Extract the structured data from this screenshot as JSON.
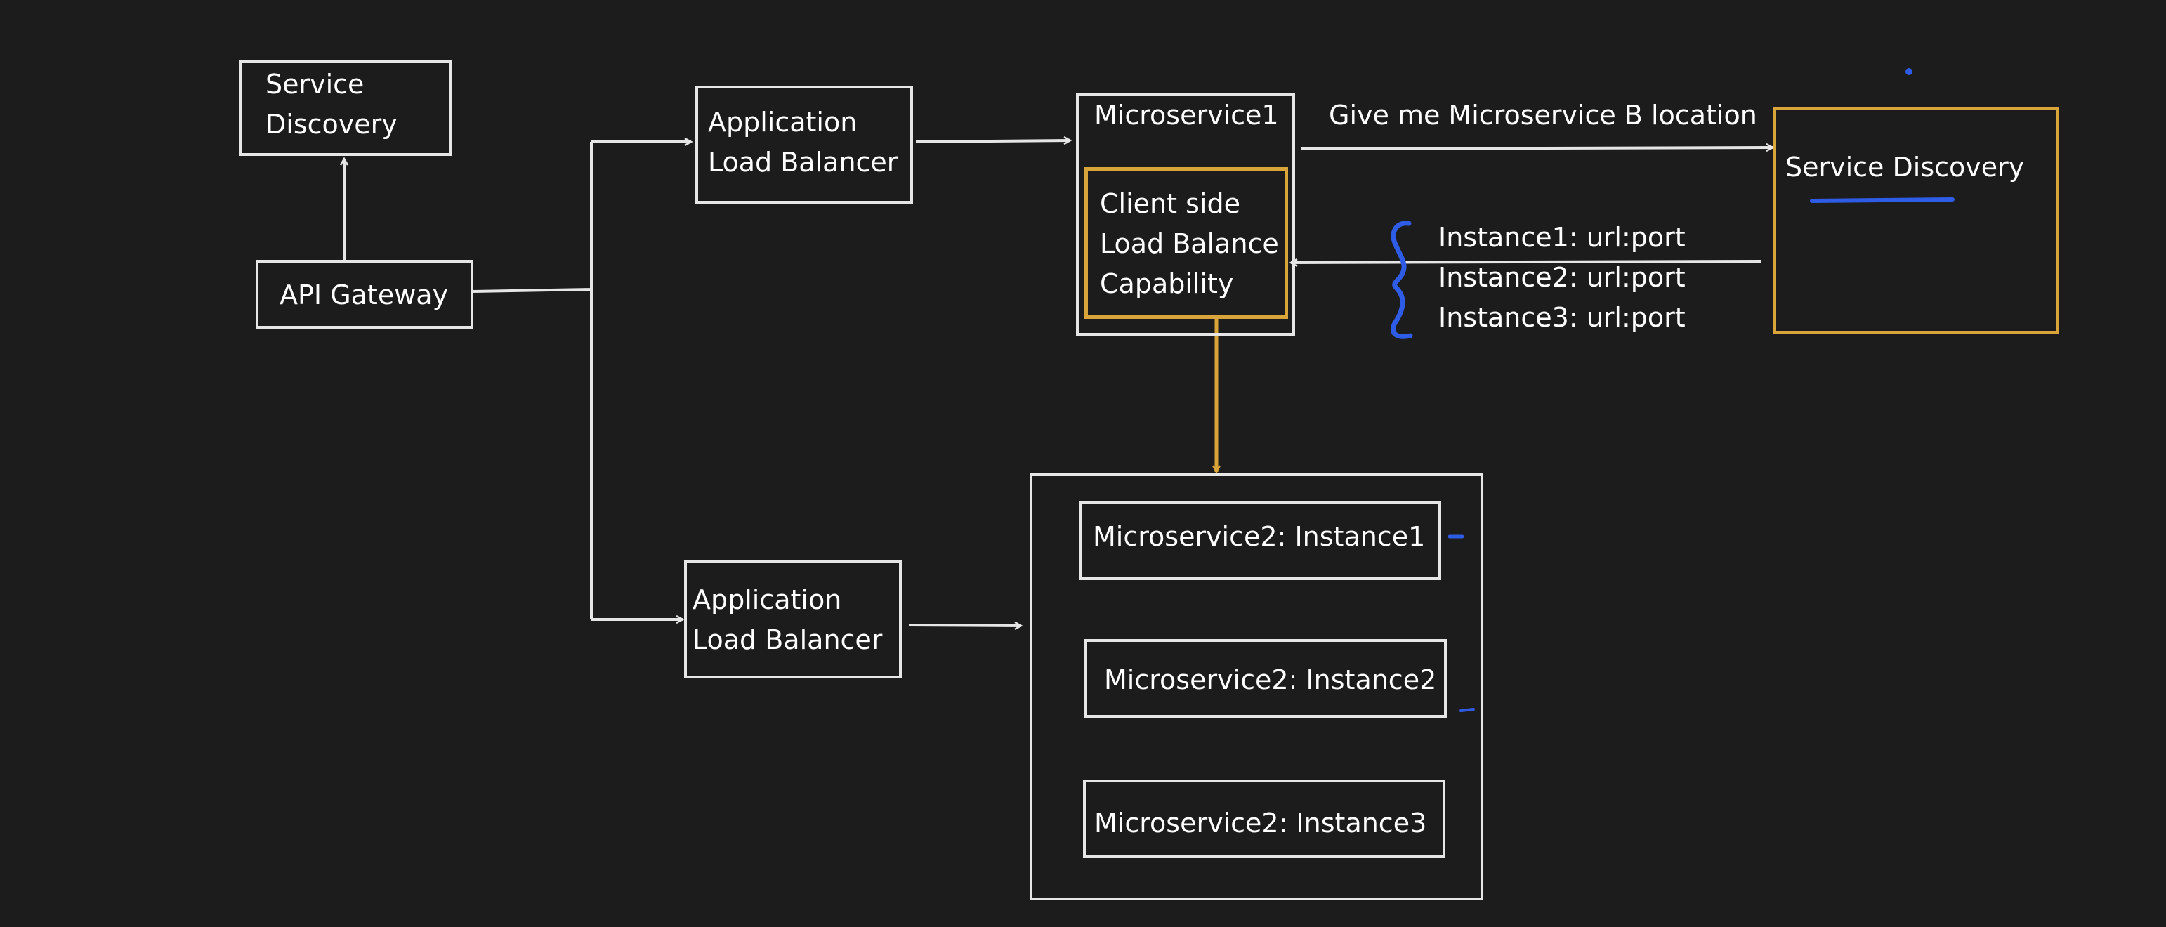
{
  "colors": {
    "background": "#1c1c1c",
    "box_border": "#e6e6e6",
    "highlight": "#d9a43a",
    "annotation": "#2f5ce6",
    "text": "#ffffff"
  },
  "nodes": {
    "service_discovery_left": "Service\nDiscovery",
    "api_gateway": "API Gateway",
    "alb_top": "Application\nLoad Balancer",
    "alb_bottom": "Application\nLoad Balancer",
    "microservice1": "Microservice1",
    "client_side_lb": "Client side\nLoad Balance\nCapability",
    "service_discovery_right": "Service Discovery",
    "ms2_instance1": "Microservice2: Instance1",
    "ms2_instance2": "Microservice2: Instance2",
    "ms2_instance3": "Microservice2: Instance3"
  },
  "edges": {
    "request_label": "Give me Microservice B location",
    "instances": [
      "Instance1: url:port",
      "Instance2: url:port",
      "Instance3: url:port"
    ]
  }
}
